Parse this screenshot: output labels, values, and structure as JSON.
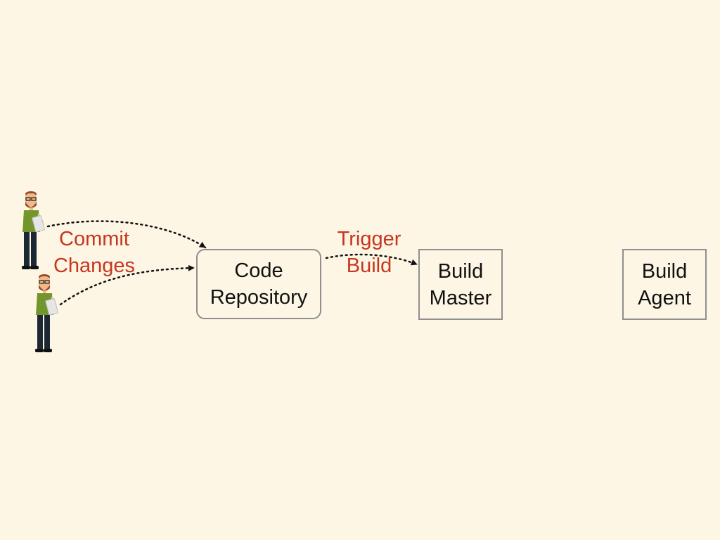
{
  "nodes": {
    "code_repository": {
      "line1": "Code",
      "line2": "Repository"
    },
    "build_master": {
      "line1": "Build",
      "line2": "Master"
    },
    "build_agent": {
      "line1": "Build",
      "line2": "Agent"
    }
  },
  "edge_labels": {
    "commit_changes": {
      "line1": "Commit",
      "line2": "Changes"
    },
    "trigger_build": {
      "line1": "Trigger",
      "line2": "Build"
    }
  },
  "icons": {
    "developer": "developer-icon"
  },
  "colors": {
    "background": "#fdf6e4",
    "label_text": "#c7361f",
    "box_border": "#8f8f8f",
    "box_text": "#111111",
    "connector": "#111111"
  }
}
